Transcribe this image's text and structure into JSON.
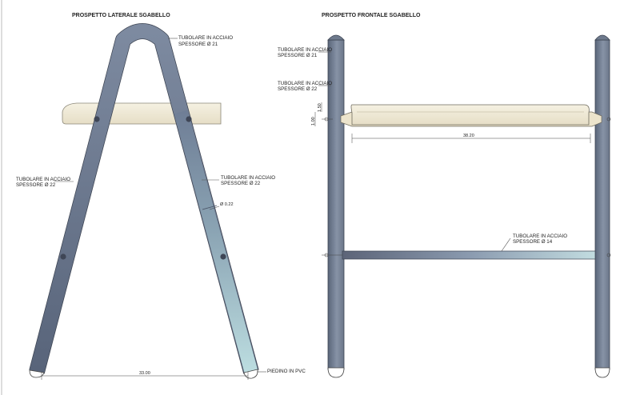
{
  "side_view": {
    "title": "PROSPETTO LATERALE SGABELLO",
    "label_top_line1": "TUBOLARE IN ACCIAIO",
    "label_top_line2": "SPESSORE Ø 21",
    "label_left_line1": "TUBOLARE IN ACCIAIO",
    "label_left_line2": "SPESSORE Ø 22",
    "label_right_line1": "TUBOLARE IN ACCIAIO",
    "label_right_line2": "SPESSORE Ø 22",
    "dim_diameter": "Ø 0.22",
    "dim_width": "33.00",
    "label_foot": "PIEDINO IN PVC"
  },
  "front_view": {
    "title": "PROSPETTO FRONTALE SGABELLO",
    "label_1_line1": "TUBOLARE IN ACCIAIO",
    "label_1_line2": "SPESSORE Ø 21",
    "label_2_line1": "TUBOLARE IN ACCIAIO",
    "label_2_line2": "SPESSORE Ø 22",
    "label_3_line1": "TUBOLARE IN ACCIAIO",
    "label_3_line2": "SPESSORE Ø 14",
    "dim_seat_width": "38.20",
    "dim_small_1": "1.00",
    "dim_small_2": "1.50"
  },
  "colors": {
    "tube_dark": "#5f6c82",
    "tube_light": "#b6d2d8",
    "seat": "#efe9d6",
    "foot": "#ffffff"
  }
}
